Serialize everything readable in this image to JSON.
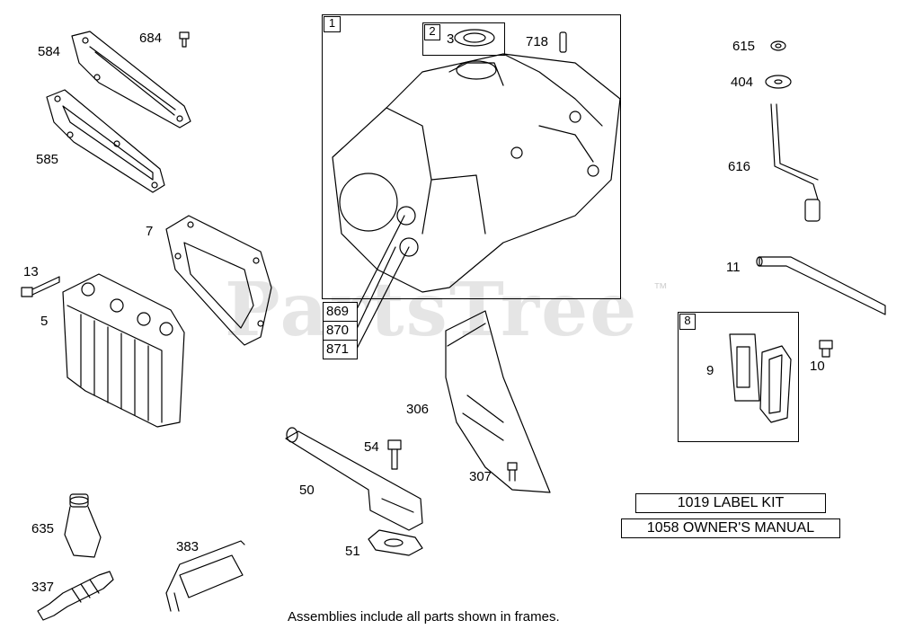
{
  "watermark": "PartsTree",
  "watermark_tm": "™",
  "footnote": "Assemblies include all parts shown in frames.",
  "kits": [
    "1019 LABEL KIT",
    "1058 OWNER'S MANUAL"
  ],
  "frame_numbers": [
    "1",
    "2",
    "8"
  ],
  "callout_stack": [
    "869",
    "870",
    "871"
  ],
  "labels": {
    "p584": "584",
    "p684": "684",
    "p585": "585",
    "p7": "7",
    "p13": "13",
    "p5": "5",
    "p3": "3",
    "p718": "718",
    "p615": "615",
    "p404": "404",
    "p616": "616",
    "p11": "11",
    "p9": "9",
    "p10": "10",
    "p306": "306",
    "p54": "54",
    "p50": "50",
    "p307": "307",
    "p51": "51",
    "p635": "635",
    "p337": "337",
    "p383": "383"
  }
}
